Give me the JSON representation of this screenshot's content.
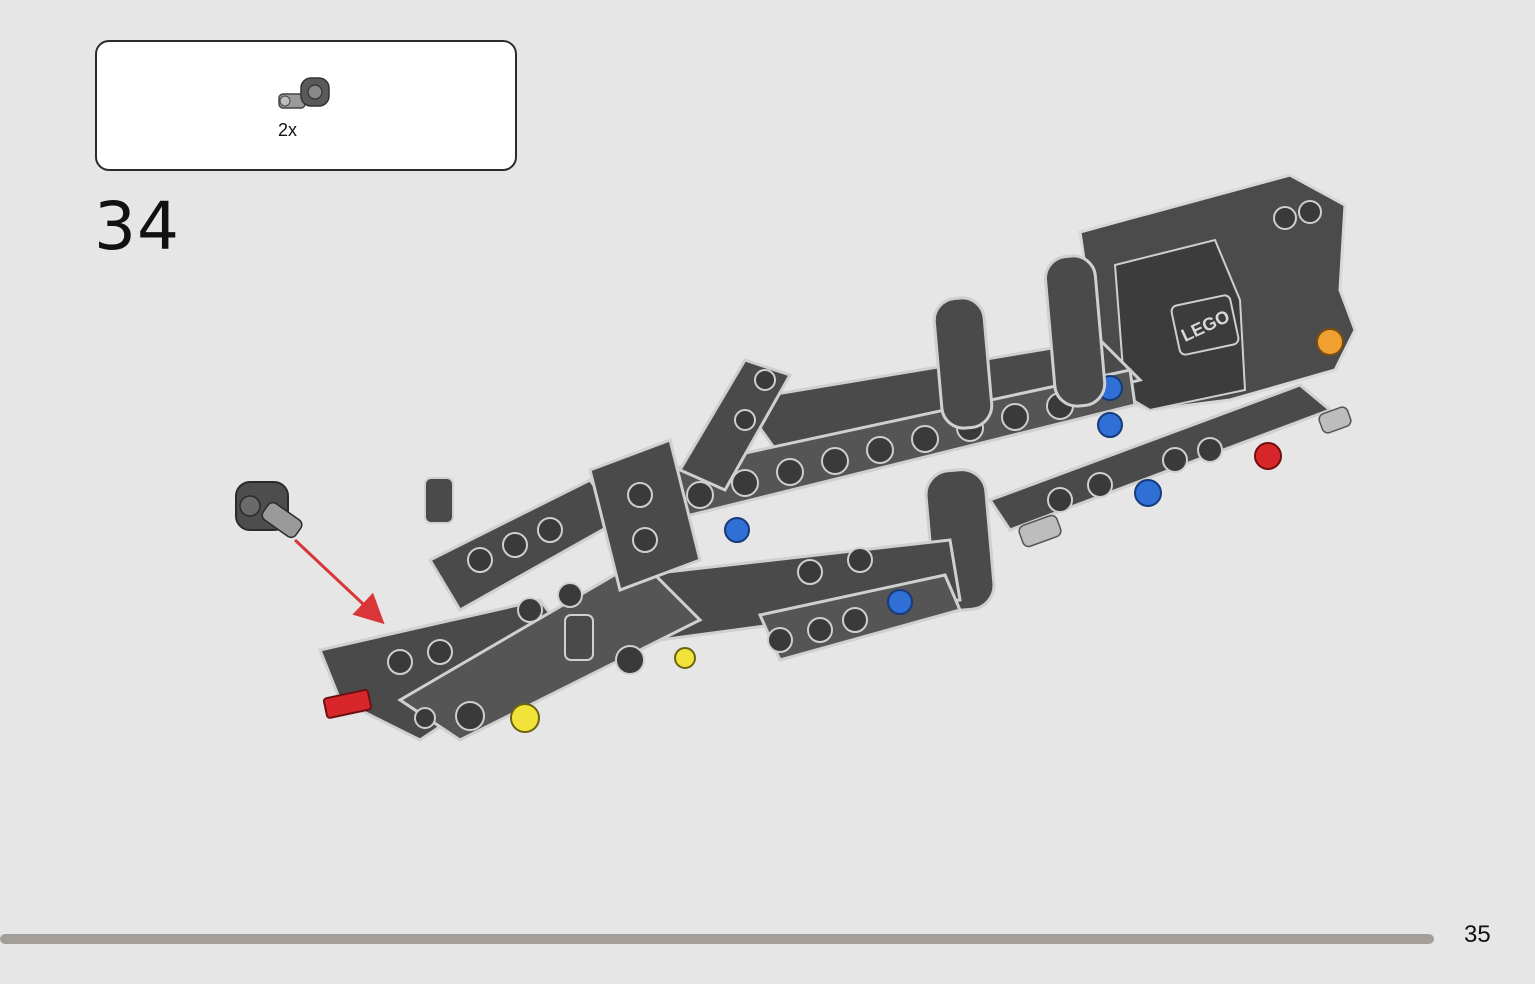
{
  "parts_list": {
    "items": [
      {
        "icon": "axle-pin-connector-icon",
        "quantity_label": "2x"
      }
    ]
  },
  "step": {
    "number": "34"
  },
  "model": {
    "logo_text": "LEGO",
    "colors": {
      "beam": "#4a4a4a",
      "beam_light": "#6a6a6a",
      "outline": "#d0d0d0",
      "pin_blue": "#2f6fd6",
      "pin_red": "#d8262a",
      "pin_yellow": "#f2e33a",
      "pin_orange": "#f0a030",
      "arrow": "#d9363a"
    }
  },
  "footer": {
    "progress_fraction": 1.0,
    "page_number": "35"
  }
}
